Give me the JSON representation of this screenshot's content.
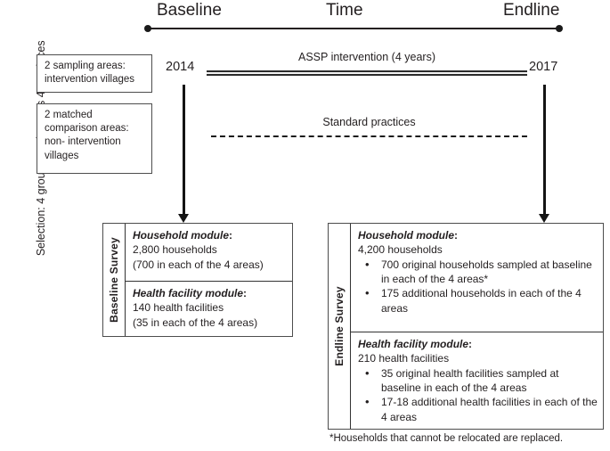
{
  "figure": {
    "side_label": "Selection: 4 groups total across 4 provinces"
  },
  "timeline": {
    "left_title": "Baseline",
    "center_title": "Time",
    "right_title": "Endline",
    "start_year": "2014",
    "end_year": "2017",
    "intervention_label": "ASSP intervention (4 years)",
    "comparison_label": "Standard practices"
  },
  "selection_boxes": [
    {
      "lines": [
        "2 sampling areas:",
        "intervention villages"
      ]
    },
    {
      "lines": [
        "2 matched",
        "comparison areas:",
        "non- intervention",
        "villages"
      ]
    }
  ],
  "baseline_survey": {
    "tab_label": "Baseline Survey",
    "modules": [
      {
        "title": "Household module",
        "colon": ":",
        "lines": [
          "2,800 households",
          "(700 in each of the 4 areas)"
        ],
        "bullets": []
      },
      {
        "title": "Health facility module",
        "colon": ":",
        "lines": [
          "140 health facilities",
          "(35 in each of the 4 areas)"
        ],
        "bullets": []
      }
    ]
  },
  "endline_survey": {
    "tab_label": "Endline Survey",
    "modules": [
      {
        "title": "Household module",
        "colon": ":",
        "lines": [
          "4,200 households"
        ],
        "bullets": [
          "700 original households sampled at baseline in each of the 4 areas*",
          "175 additional households in each of the 4 areas"
        ]
      },
      {
        "title": "Health facility module",
        "colon": ":",
        "lines": [
          "210 health facilities"
        ],
        "bullets": [
          "35 original health facilities sampled at baseline in each of the 4 areas",
          "17-18 additional health facilities in each of the 4 areas"
        ]
      }
    ]
  },
  "footnote": "*Households that cannot be relocated are replaced.",
  "colors": {
    "ink": "#231f20",
    "rule": "#4d4d4d",
    "background": "#ffffff"
  }
}
